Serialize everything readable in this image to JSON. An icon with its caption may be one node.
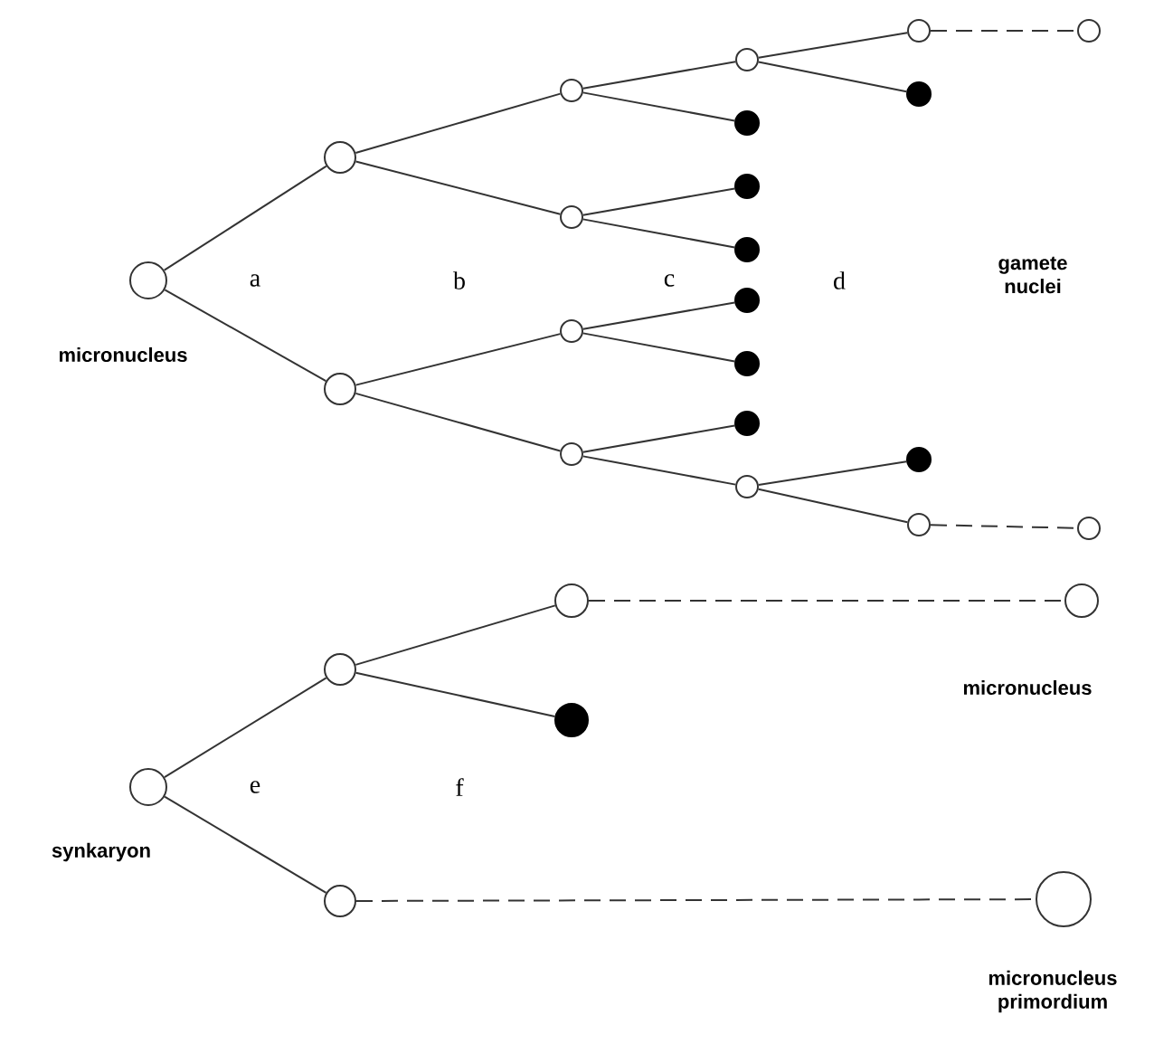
{
  "diagram": {
    "nodes": [
      {
        "text": [],
        "shape": "circle",
        "beside": [
          "micronucleus"
        ]
      },
      {
        "text": [],
        "shape": "circle"
      },
      {
        "text": [],
        "shape": "circle"
      },
      {
        "text": [],
        "shape": "circle"
      },
      {
        "text": [],
        "shape": "circle"
      },
      {
        "text": [],
        "shape": "circle"
      },
      {
        "text": [],
        "shape": "circle"
      },
      {
        "text": [],
        "shape": "circle"
      },
      {
        "text": [],
        "shape": "dot"
      },
      {
        "text": [],
        "shape": "dot"
      },
      {
        "text": [],
        "shape": "dot"
      },
      {
        "text": [],
        "shape": "dot"
      },
      {
        "text": [],
        "shape": "dot"
      },
      {
        "text": [],
        "shape": "dot"
      },
      {
        "text": [],
        "shape": "circle"
      },
      {
        "text": [],
        "shape": "circle"
      },
      {
        "text": [],
        "shape": "dot"
      },
      {
        "text": [],
        "shape": "circle"
      },
      {
        "text": [],
        "shape": "dot"
      },
      {
        "text": [],
        "shape": "circle"
      },
      {
        "text": [],
        "shape": "circle"
      },
      {
        "text": [],
        "shape": "circle",
        "beside": [
          "synkaryon"
        ]
      },
      {
        "text": [],
        "shape": "circle"
      },
      {
        "text": [],
        "shape": "circle"
      },
      {
        "text": [],
        "shape": "circle"
      },
      {
        "text": [],
        "shape": "dot"
      },
      {
        "text": [],
        "shape": "circle",
        "beside": [
          "micronucleus"
        ]
      },
      {
        "text": [],
        "shape": "circle",
        "beside": [
          "micronucleus primordium"
        ]
      }
    ],
    "edges": [
      {
        "from": 0,
        "to": 1,
        "arrow": "none"
      },
      {
        "from": 0,
        "to": 2,
        "arrow": "none"
      },
      {
        "from": 1,
        "to": 3,
        "arrow": "none"
      },
      {
        "from": 1,
        "to": 4,
        "arrow": "none"
      },
      {
        "from": 2,
        "to": 5,
        "arrow": "none"
      },
      {
        "from": 2,
        "to": 6,
        "arrow": "none"
      },
      {
        "from": 3,
        "to": 7,
        "arrow": "none"
      },
      {
        "from": 3,
        "to": 8,
        "arrow": "none"
      },
      {
        "from": 4,
        "to": 9,
        "arrow": "none"
      },
      {
        "from": 4,
        "to": 10,
        "arrow": "none"
      },
      {
        "from": 5,
        "to": 11,
        "arrow": "none"
      },
      {
        "from": 5,
        "to": 12,
        "arrow": "none"
      },
      {
        "from": 6,
        "to": 13,
        "arrow": "none"
      },
      {
        "from": 6,
        "to": 14,
        "arrow": "none"
      },
      {
        "from": 7,
        "to": 15,
        "arrow": "none"
      },
      {
        "from": 7,
        "to": 16,
        "arrow": "none"
      },
      {
        "from": 15,
        "to": 17,
        "arrow": "none",
        "style": "dashed"
      },
      {
        "from": 14,
        "to": 18,
        "arrow": "none"
      },
      {
        "from": 14,
        "to": 19,
        "arrow": "none"
      },
      {
        "from": 19,
        "to": 20,
        "arrow": "none",
        "style": "dashed"
      },
      {
        "from": 21,
        "to": 22,
        "arrow": "none"
      },
      {
        "from": 21,
        "to": 23,
        "arrow": "none"
      },
      {
        "from": 22,
        "to": 24,
        "arrow": "none"
      },
      {
        "from": 22,
        "to": 25,
        "arrow": "none"
      },
      {
        "from": 24,
        "to": 26,
        "arrow": "none",
        "style": "dashed"
      },
      {
        "from": 23,
        "to": 27,
        "arrow": "none",
        "style": "dashed"
      }
    ],
    "labels": [
      "a",
      "b",
      "c",
      "d",
      "gamete nuclei",
      "e",
      "f"
    ]
  }
}
